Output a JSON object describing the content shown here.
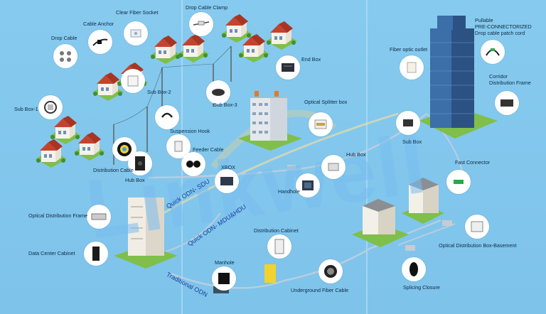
{
  "watermark": "Linkwell",
  "routes": {
    "sdu": "Quick ODN- SDU",
    "mdu": "Quick ODN- MDU&HDU",
    "traditional": "Traditional ODN"
  },
  "labels": {
    "clear_fiber_socket": "Clear Fiber Socket",
    "cable_anchor": "Cable Anchor",
    "drop_cable": "Drop Cable",
    "drop_cable_clamp": "Drop Cable Clamp",
    "end_box": "End Box",
    "sub_box_1": "Sub Box-1",
    "sub_box_2": "Sub Box-2",
    "sub_box_3": "Sub Box-3",
    "optical_splitter_box": "Optical Splitter box",
    "suspension_hook": "Suspension Hook",
    "distribution_cable": "Distribution Cable",
    "hub_box_left": "Hub Box",
    "feeder_cable": "Feeder Cable",
    "xbox": "XBOX",
    "handhole": "Handhole",
    "hub_box_right": "Hub Box",
    "optical_distribution_frame": "Optical Distribution Frame",
    "data_center_cabinet": "Data Center Cabinet",
    "distribution_cabinet": "Distribution Cabinet",
    "manhole": "Manhole",
    "underground_fiber_cable": "Underground Fiber Cable",
    "fiber_optic_outlet": "Fiber optic outlet",
    "pullable": "Pullable",
    "pre_connectorized": "PRE-CONNECTORIZED",
    "drop_patch_cord": "Drop cable patch cord",
    "corridor_frame_1": "Corridor",
    "corridor_frame_2": "Distribution Frame",
    "sub_box_right": "Sub Box",
    "fast_connector": "Fast Connector",
    "odb_basement": "Optical Distribution Box-Basement",
    "splicing_closure": "Splicing Closure"
  }
}
